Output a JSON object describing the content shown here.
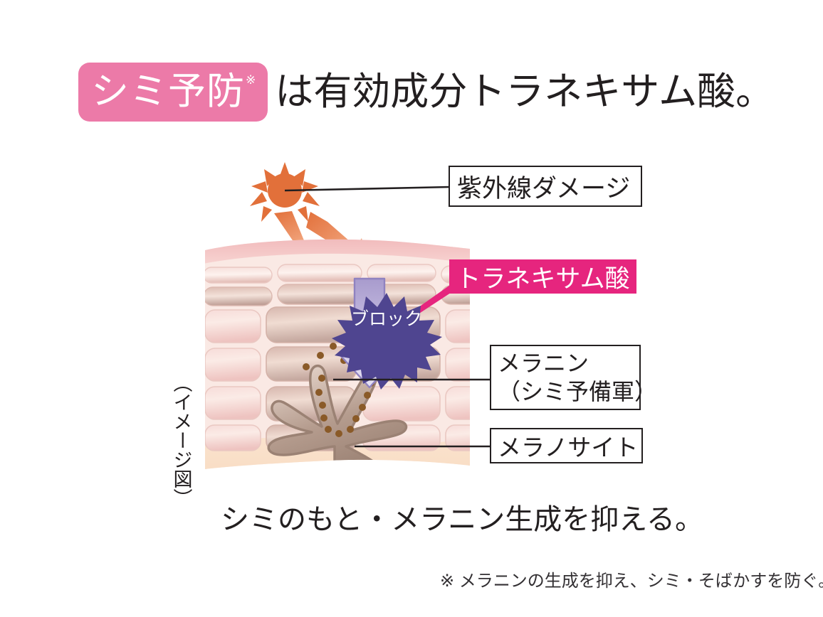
{
  "headline": {
    "badge_text": "シミ予防",
    "badge_note": "※",
    "rest_text": "は有効成分トラネキサム酸。",
    "badge_color": "#ec7aa8"
  },
  "diagram": {
    "caption_vertical": "（イメージ図）",
    "burst_label": "ブロック",
    "callouts": {
      "uv_damage": "紫外線ダメージ",
      "tranexamic_acid": "トラネキサム酸",
      "melanin_line1": "メラニン",
      "melanin_line2": "（シミ予備軍）",
      "melanocyte": "メラノサイト"
    },
    "colors": {
      "sun": "#e2703a",
      "ray_arrow": "#ef8c55",
      "tranexamic_box": "#e6257e",
      "block_arrow": "#c6bddf",
      "burst": "#4f4590",
      "skin_top": "#f2bfc0",
      "dermis": "#f9dcc4",
      "melanocyte_body": "#ab9184",
      "melanin_dot": "#8a5a28"
    }
  },
  "caption_main": "シミのもと・メラニン生成を抑える。",
  "footnote": "※ メラニンの生成を抑え、シミ・そばかすを防ぐ。"
}
